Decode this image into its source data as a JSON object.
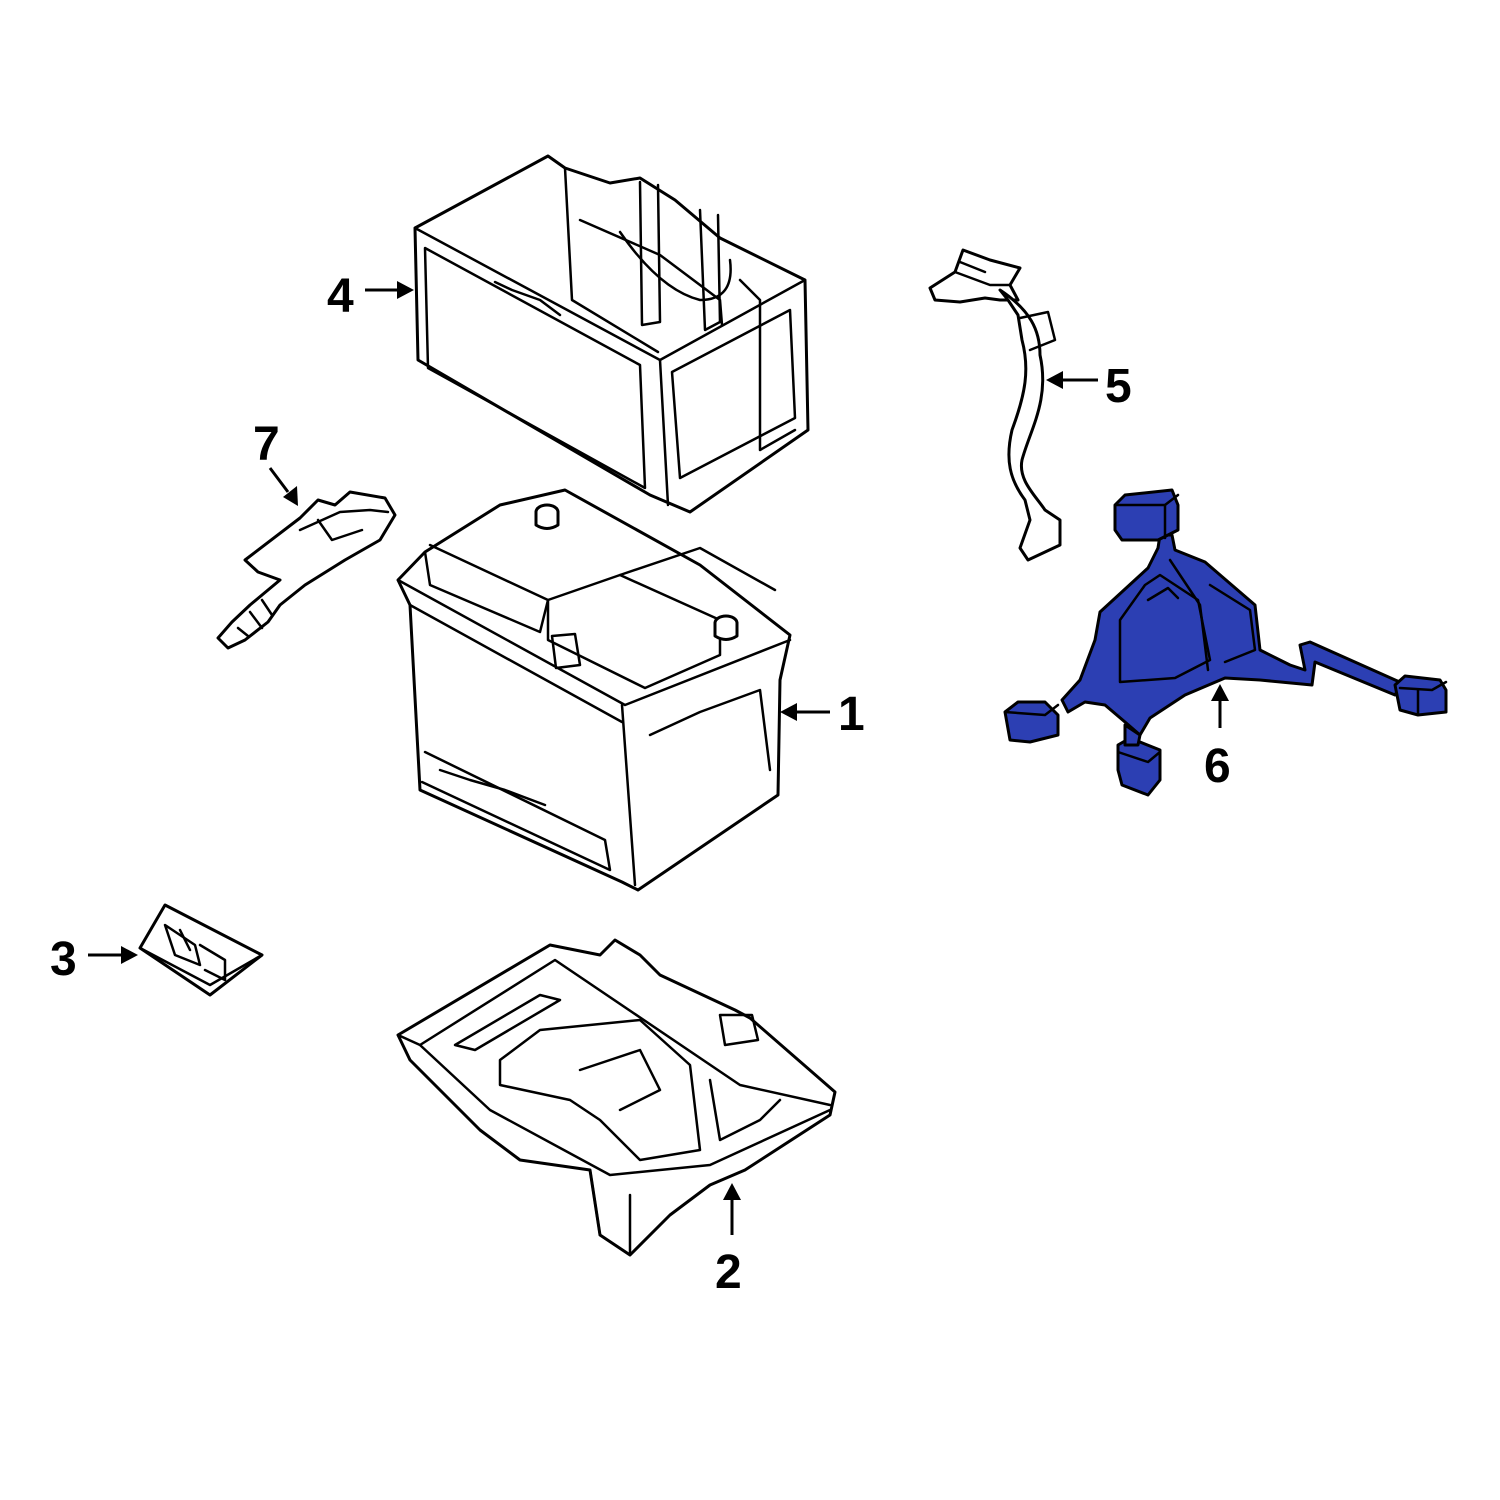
{
  "colors": {
    "background": "#ffffff",
    "line": "#000000",
    "highlight": "#2c3fb3"
  },
  "callouts": [
    {
      "label": "1",
      "part": "battery"
    },
    {
      "label": "2",
      "part": "battery-tray"
    },
    {
      "label": "3",
      "part": "hold-down-clamp"
    },
    {
      "label": "4",
      "part": "battery-insulator-box"
    },
    {
      "label": "5",
      "part": "battery-cable"
    },
    {
      "label": "6",
      "part": "wiring-harness"
    },
    {
      "label": "7",
      "part": "battery-sensor-cable"
    }
  ],
  "highlighted_part": "6"
}
